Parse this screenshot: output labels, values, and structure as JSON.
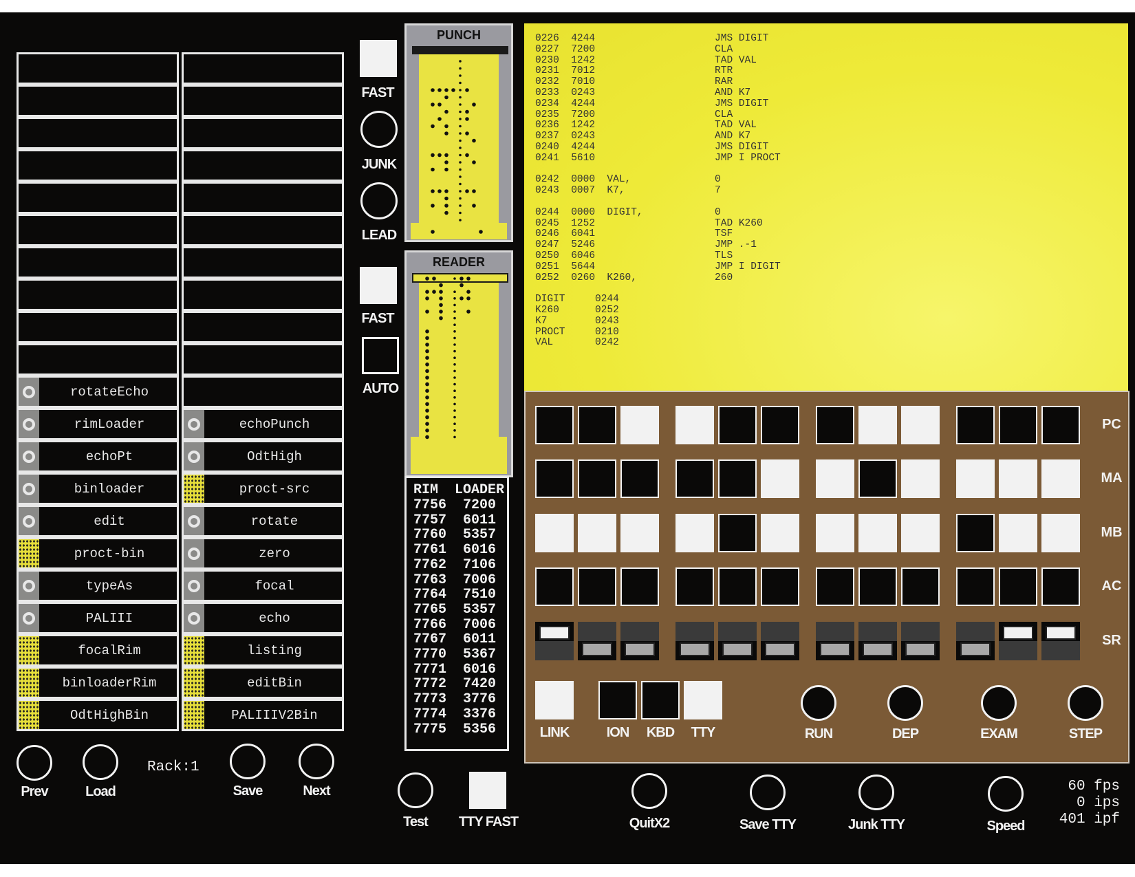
{
  "rack": {
    "label": "Rack:1",
    "left_column": [
      {
        "label": "",
        "tab": "none"
      },
      {
        "label": "",
        "tab": "none"
      },
      {
        "label": "",
        "tab": "none"
      },
      {
        "label": "",
        "tab": "none"
      },
      {
        "label": "",
        "tab": "none"
      },
      {
        "label": "",
        "tab": "none"
      },
      {
        "label": "",
        "tab": "none"
      },
      {
        "label": "",
        "tab": "none"
      },
      {
        "label": "",
        "tab": "none"
      },
      {
        "label": "",
        "tab": "none"
      },
      {
        "label": "rotateEcho",
        "tab": "ring"
      },
      {
        "label": "rimLoader",
        "tab": "ring"
      },
      {
        "label": "echoPt",
        "tab": "ring"
      },
      {
        "label": "binloader",
        "tab": "ring"
      },
      {
        "label": "edit",
        "tab": "ring"
      },
      {
        "label": "proct-bin",
        "tab": "dots"
      },
      {
        "label": "typeAs",
        "tab": "ring"
      },
      {
        "label": "PALIII",
        "tab": "ring"
      },
      {
        "label": "focalRim",
        "tab": "dots"
      },
      {
        "label": "binloaderRim",
        "tab": "dots"
      },
      {
        "label": "OdtHighBin",
        "tab": "dots"
      }
    ],
    "right_column": [
      {
        "label": "",
        "tab": "none"
      },
      {
        "label": "",
        "tab": "none"
      },
      {
        "label": "",
        "tab": "none"
      },
      {
        "label": "",
        "tab": "none"
      },
      {
        "label": "",
        "tab": "none"
      },
      {
        "label": "",
        "tab": "none"
      },
      {
        "label": "",
        "tab": "none"
      },
      {
        "label": "",
        "tab": "none"
      },
      {
        "label": "",
        "tab": "none"
      },
      {
        "label": "",
        "tab": "none"
      },
      {
        "label": "",
        "tab": "none"
      },
      {
        "label": "echoPunch",
        "tab": "ring"
      },
      {
        "label": "OdtHigh",
        "tab": "ring"
      },
      {
        "label": "proct-src",
        "tab": "dots"
      },
      {
        "label": "rotate",
        "tab": "ring"
      },
      {
        "label": "zero",
        "tab": "ring"
      },
      {
        "label": "focal",
        "tab": "ring"
      },
      {
        "label": "echo",
        "tab": "ring"
      },
      {
        "label": "listing",
        "tab": "dots"
      },
      {
        "label": "editBin",
        "tab": "dots"
      },
      {
        "label": "PALIIIV2Bin",
        "tab": "dots"
      }
    ],
    "buttons": {
      "prev": "Prev",
      "load": "Load",
      "save": "Save",
      "next": "Next"
    }
  },
  "punch": {
    "title": "PUNCH",
    "fast_label": "FAST",
    "junk_label": "JUNK",
    "lead_label": "LEAD"
  },
  "reader": {
    "title": "READER",
    "fast_label": "FAST",
    "auto_label": "AUTO"
  },
  "rim_loader": {
    "title": "RIM  LOADER",
    "rows": [
      "7756  7200",
      "7757  6011",
      "7760  5357",
      "7761  6016",
      "7762  7106",
      "7763  7006",
      "7764  7510",
      "7765  5357",
      "7766  7006",
      "7767  6011",
      "7770  5367",
      "7771  6016",
      "7772  7420",
      "7773  3776",
      "7774  3376",
      "7775  5356"
    ]
  },
  "listing": {
    "lines": [
      "0226  4244                    JMS DIGIT",
      "0227  7200                    CLA",
      "0230  1242                    TAD VAL",
      "0231  7012                    RTR",
      "0232  7010                    RAR",
      "0233  0243                    AND K7",
      "0234  4244                    JMS DIGIT",
      "0235  7200                    CLA",
      "0236  1242                    TAD VAL",
      "0237  0243                    AND K7",
      "0240  4244                    JMS DIGIT",
      "0241  5610                    JMP I PROCT",
      "",
      "0242  0000  VAL,              0",
      "0243  0007  K7,               7",
      "",
      "0244  0000  DIGIT,            0",
      "0245  1252                    TAD K260",
      "0246  6041                    TSF",
      "0247  5246                    JMP .-1",
      "0250  6046                    TLS",
      "0251  5644                    JMP I DIGIT",
      "0252  0260  K260,             260",
      "",
      "DIGIT     0244",
      "K260      0252",
      "K7        0243",
      "PROCT     0210",
      "VAL       0242"
    ]
  },
  "front_panel": {
    "registers": [
      {
        "name": "PC",
        "bits": [
          0,
          0,
          1,
          1,
          0,
          0,
          0,
          1,
          1,
          0,
          0,
          0
        ]
      },
      {
        "name": "MA",
        "bits": [
          0,
          0,
          0,
          0,
          0,
          1,
          1,
          0,
          1,
          1,
          1,
          1
        ]
      },
      {
        "name": "MB",
        "bits": [
          1,
          1,
          1,
          1,
          0,
          1,
          1,
          1,
          1,
          0,
          1,
          1
        ]
      },
      {
        "name": "AC",
        "bits": [
          0,
          0,
          0,
          0,
          0,
          0,
          0,
          0,
          0,
          0,
          0,
          0
        ]
      }
    ],
    "switch_register": {
      "name": "SR",
      "switches": [
        1,
        0,
        0,
        0,
        0,
        0,
        0,
        0,
        0,
        0,
        1,
        1
      ]
    },
    "indicators": [
      {
        "name": "LINK",
        "on": true
      },
      {
        "name": "ION",
        "on": false
      },
      {
        "name": "KBD",
        "on": false
      },
      {
        "name": "TTY",
        "on": true
      }
    ],
    "controls": {
      "run": "RUN",
      "dep": "DEP",
      "exam": "EXAM",
      "step": "STEP"
    }
  },
  "bottom_bar": {
    "test": "Test",
    "tty_fast": "TTY FAST",
    "quit": "QuitX2",
    "save_tty": "Save TTY",
    "junk_tty": "Junk TTY",
    "speed": "Speed"
  },
  "stats": {
    "fps": "60 fps",
    "ips": "0 ips",
    "ipf": "401 ipf"
  }
}
